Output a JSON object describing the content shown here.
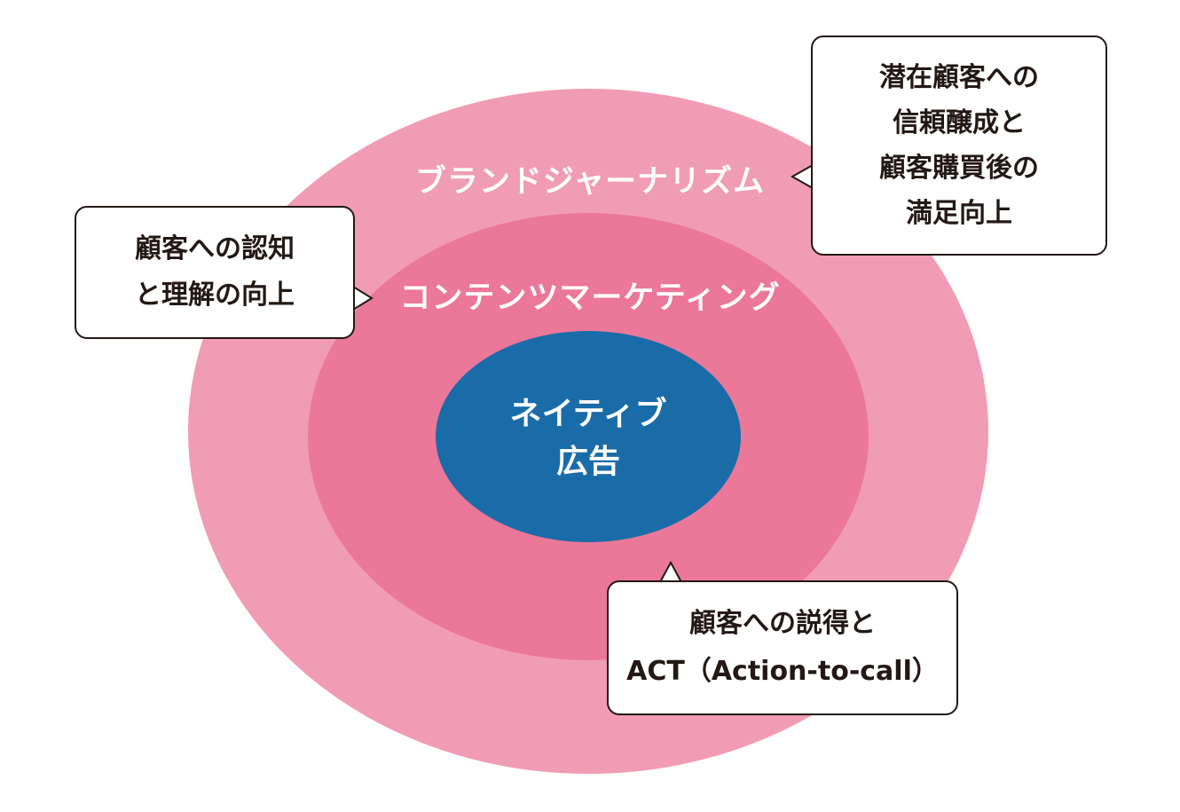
{
  "diagram": {
    "rings": {
      "outer": {
        "label": "ブランドジャーナリズム",
        "color": "#f19cb5"
      },
      "middle": {
        "label": "コンテンツマーケティング",
        "color": "#eb7799"
      },
      "inner": {
        "line1": "ネイティブ",
        "line2": "広告",
        "color": "#1a6ca8"
      }
    },
    "callouts": {
      "right": {
        "lines": [
          "潜在顧客への",
          "信頼醸成と",
          "顧客購買後の",
          "満足向上"
        ]
      },
      "left": {
        "lines": [
          "顧客への認知",
          "と理解の向上"
        ]
      },
      "bottom": {
        "lines": [
          "顧客への説得と",
          "ACT（Action-to-call）"
        ]
      }
    },
    "colors": {
      "callout_border": "#231815",
      "callout_text": "#231815",
      "ring_text": "#ffffff"
    }
  }
}
